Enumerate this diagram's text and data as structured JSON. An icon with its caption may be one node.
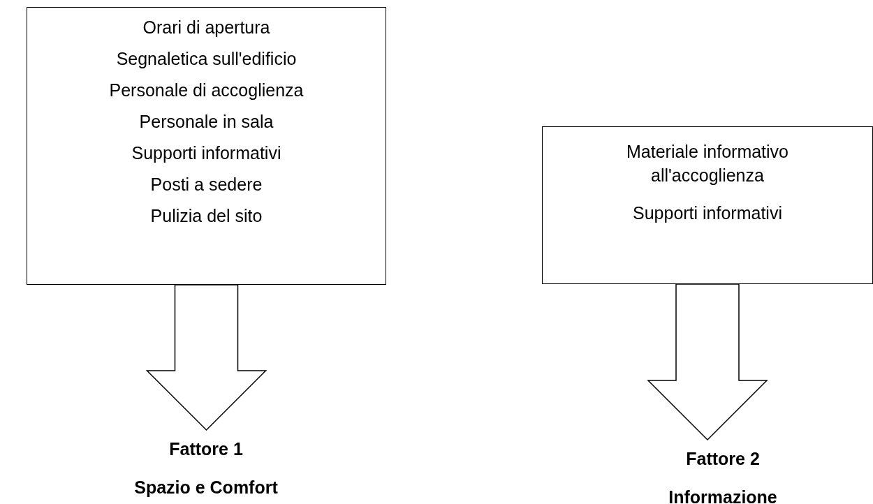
{
  "diagram": {
    "nodes": [
      {
        "text": [
          "Orari di apertura",
          "Segnaletica sull'edificio",
          "Personale di accoglienza",
          "Personale in sala",
          "Supporti informativi",
          "Posti a sedere",
          "Pulizia del sito"
        ]
      },
      {
        "text": [
          "Fattore 1",
          "Spazio e Comfort"
        ]
      },
      {
        "text": [
          "Materiale informativo all'accoglienza",
          "Supporti informativi"
        ]
      },
      {
        "text": [
          "Fattore 2",
          "Informazione"
        ]
      }
    ],
    "edges": [
      {
        "from": 0,
        "to": 1,
        "arrow": "to"
      },
      {
        "from": 2,
        "to": 3,
        "arrow": "to"
      }
    ]
  }
}
